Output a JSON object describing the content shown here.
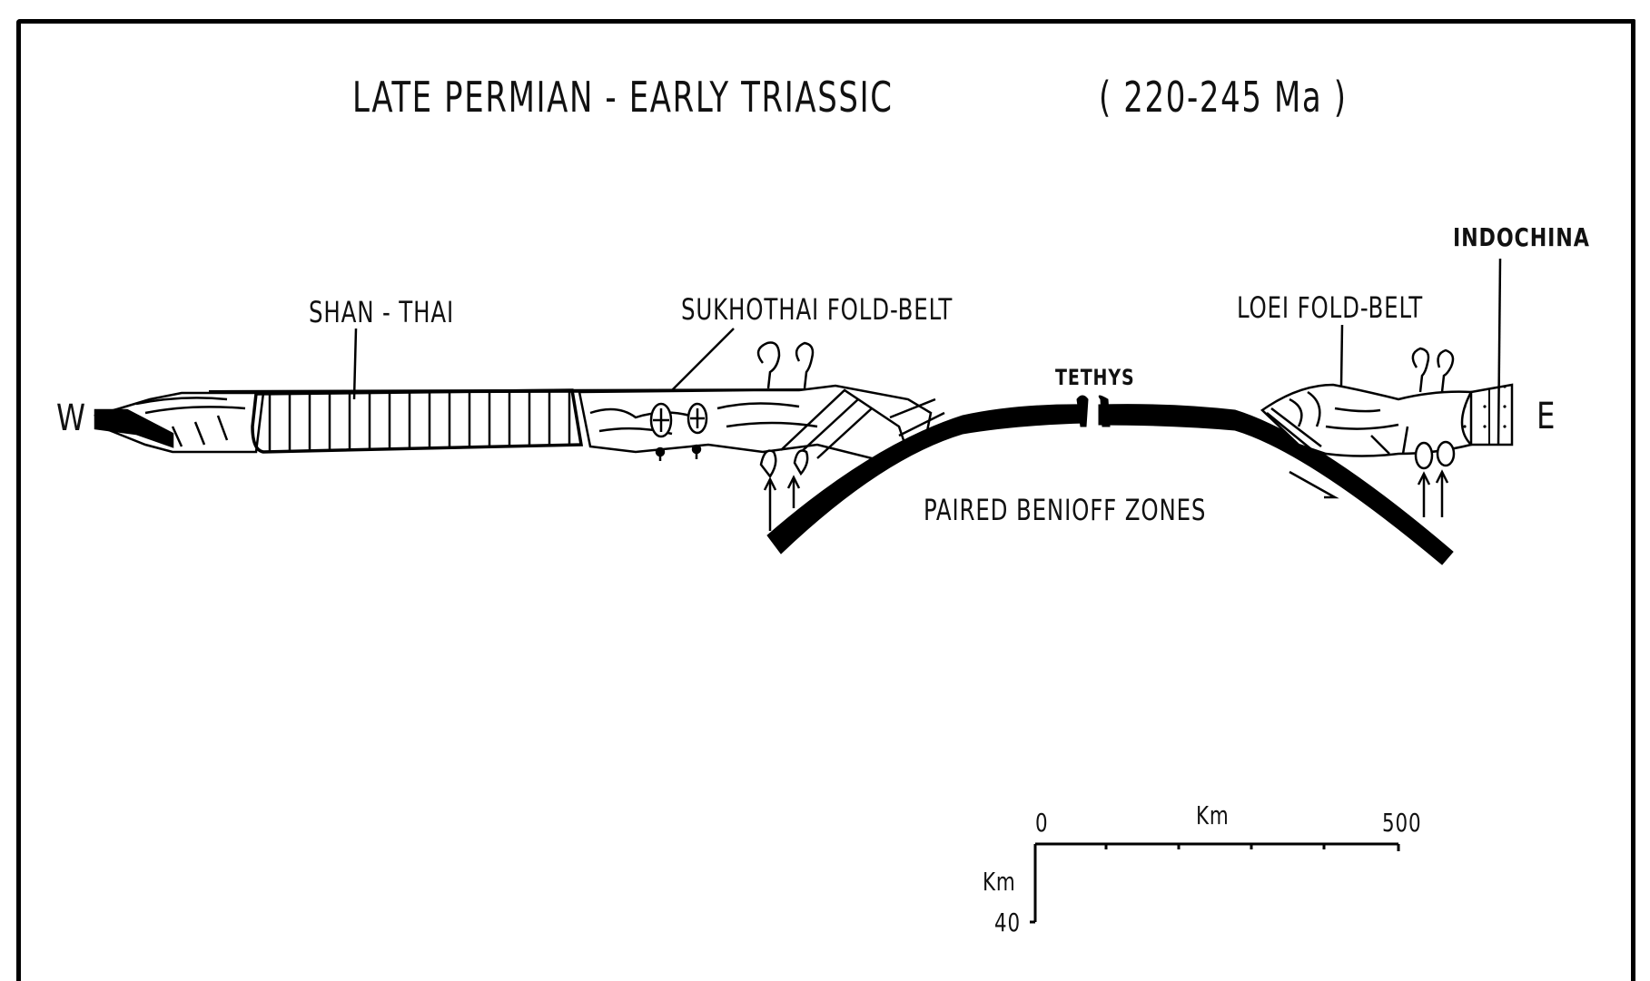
{
  "title": {
    "main": "LATE PERMIAN - EARLY TRIASSIC",
    "age_range": "( 220-245 Ma )"
  },
  "directions": {
    "west": "W",
    "east": "E"
  },
  "labels": {
    "shan_thai": "SHAN - THAI",
    "sukhothai": "SUKHOTHAI FOLD-BELT",
    "tethys": "TETHYS",
    "loei": "LOEI FOLD-BELT",
    "indochina": "INDOCHINA",
    "benioff": "PAIRED BENIOFF ZONES"
  },
  "scale_bar": {
    "horizontal_start": "0",
    "horizontal_unit": "Km",
    "horizontal_end": "500",
    "vertical_unit": "Km",
    "vertical_end": "40"
  },
  "colors": {
    "ink": "#000000",
    "paper": "#ffffff"
  }
}
